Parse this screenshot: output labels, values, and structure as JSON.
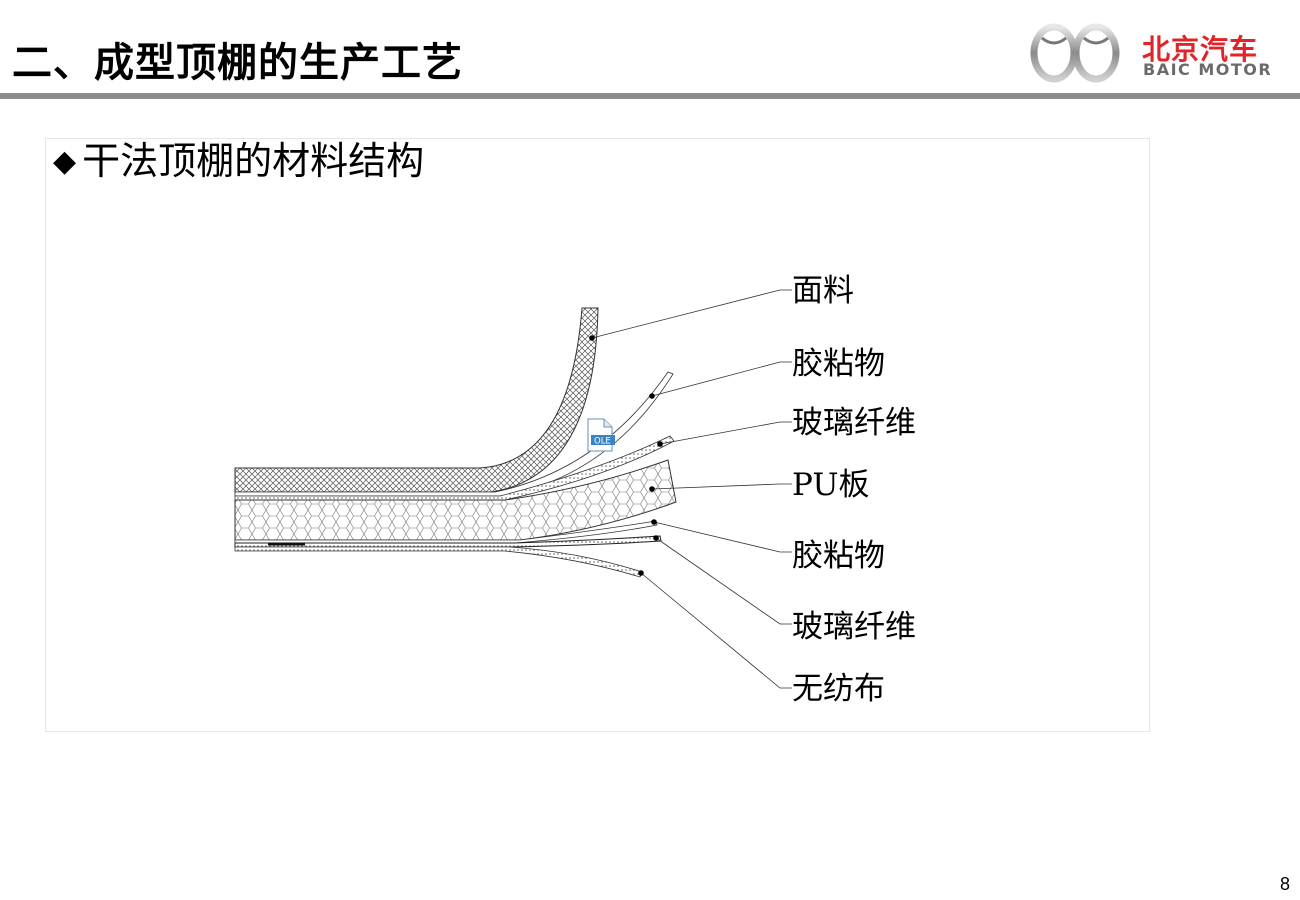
{
  "header": {
    "title": "二、成型顶棚的生产工艺",
    "logo_cn": "北京汽车",
    "logo_en": "BAIC MOTOR"
  },
  "section": {
    "bullet": "干法顶棚的材料结构"
  },
  "diagram": {
    "labels": [
      "面料",
      "胶粘物",
      "玻璃纤维",
      "PU板",
      "胶粘物",
      "玻璃纤维",
      "无纺布"
    ],
    "ole_icon_text": "OLE"
  },
  "footer": {
    "page_number": "8"
  },
  "colors": {
    "rule": "#8c8c8c",
    "logo_red": "#e0252a",
    "logo_gray": "#6b6b6b"
  }
}
